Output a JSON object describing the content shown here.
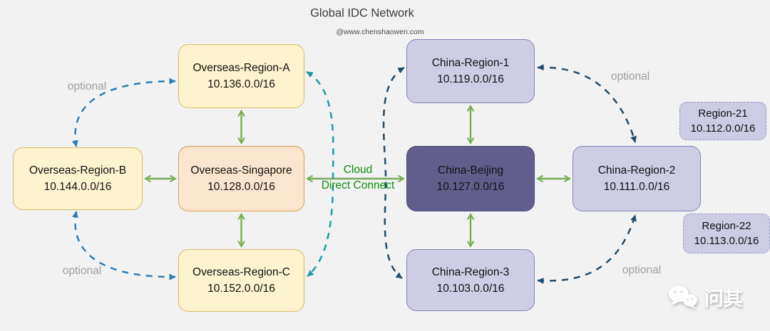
{
  "header": {
    "title": "Global IDC Network",
    "subtitle": "@www.chenshaowen.com"
  },
  "nodes": {
    "overseas_region_a": {
      "label": "Overseas-Region-A",
      "cidr": "10.136.0.0/16"
    },
    "overseas_region_b": {
      "label": "Overseas-Region-B",
      "cidr": "10.144.0.0/16"
    },
    "overseas_singapore": {
      "label": "Overseas-Singapore",
      "cidr": "10.128.0.0/16"
    },
    "overseas_region_c": {
      "label": "Overseas-Region-C",
      "cidr": "10.152.0.0/16"
    },
    "china_region_1": {
      "label": "China-Region-1",
      "cidr": "10.119.0.0/16"
    },
    "china_beijing": {
      "label": "China-Beijing",
      "cidr": "10.127.0.0/16"
    },
    "china_region_2": {
      "label": "China-Region-2",
      "cidr": "10.111.0.0/16"
    },
    "china_region_3": {
      "label": "China-Region-3",
      "cidr": "10.103.0.0/16"
    },
    "region_21": {
      "label": "Region-21",
      "cidr": "10.112.0.0/16"
    },
    "region_22": {
      "label": "Region-22",
      "cidr": "10.113.0.0/16"
    }
  },
  "labels": {
    "cloud_line1": "Cloud",
    "cloud_line2": "Direct Connect",
    "optional": "optional"
  },
  "watermark": {
    "text": "问其",
    "icon": "wechat-icon"
  },
  "colors": {
    "background": "#F2F2F3",
    "overseas_fill": "#FDF3CF",
    "overseas_border": "#D9BC5F",
    "singapore_fill": "#FBE5CE",
    "singapore_border": "#D7A04C",
    "china_fill": "#CDCDE4",
    "china_border": "#8585B5",
    "beijing_fill": "#615E8E",
    "beijing_border": "#4F4D78",
    "planned_fill": "#CCCCE3",
    "planned_border": "#9999C9",
    "green_arrow": "#77AC56",
    "direct_connect_text": "#0B8F0B",
    "blue_dash": "#2D7EB5",
    "teal_dash": "#1F9BA6",
    "navy_dash": "#1F4E6B",
    "optional_text": "#9E9E9E",
    "title_text": "#3C3C3C"
  }
}
